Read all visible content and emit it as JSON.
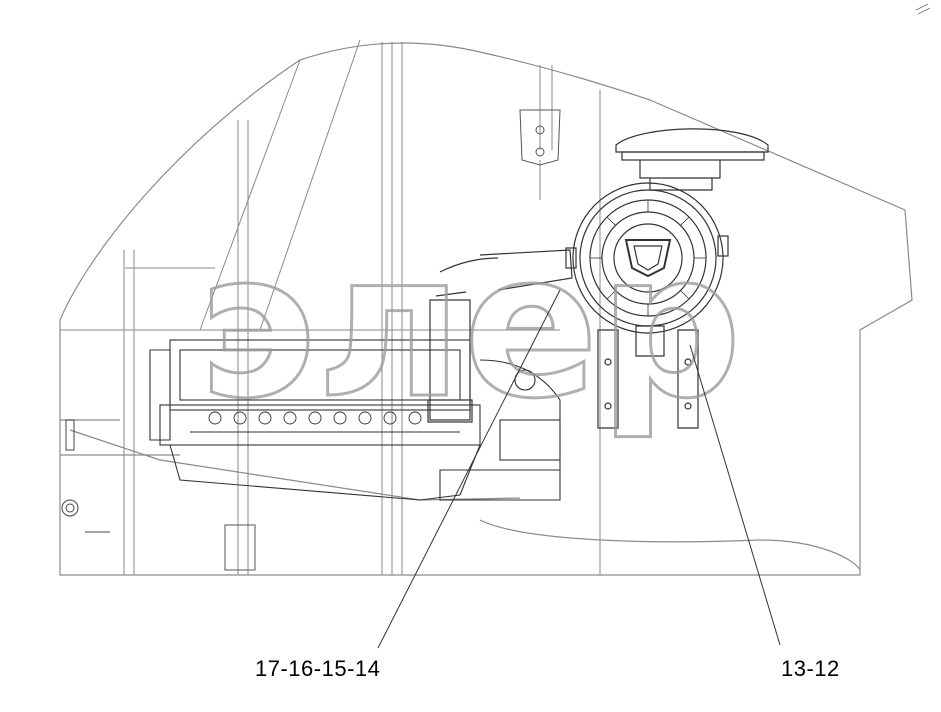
{
  "diagram": {
    "callouts": [
      {
        "id": "left",
        "label": "17-16-15-14"
      },
      {
        "id": "right",
        "label": "13-12"
      }
    ],
    "watermark": "элер",
    "colors": {
      "line": "#333333",
      "thin": "#8a8a8a",
      "watermark": "#9c9c9c"
    }
  }
}
